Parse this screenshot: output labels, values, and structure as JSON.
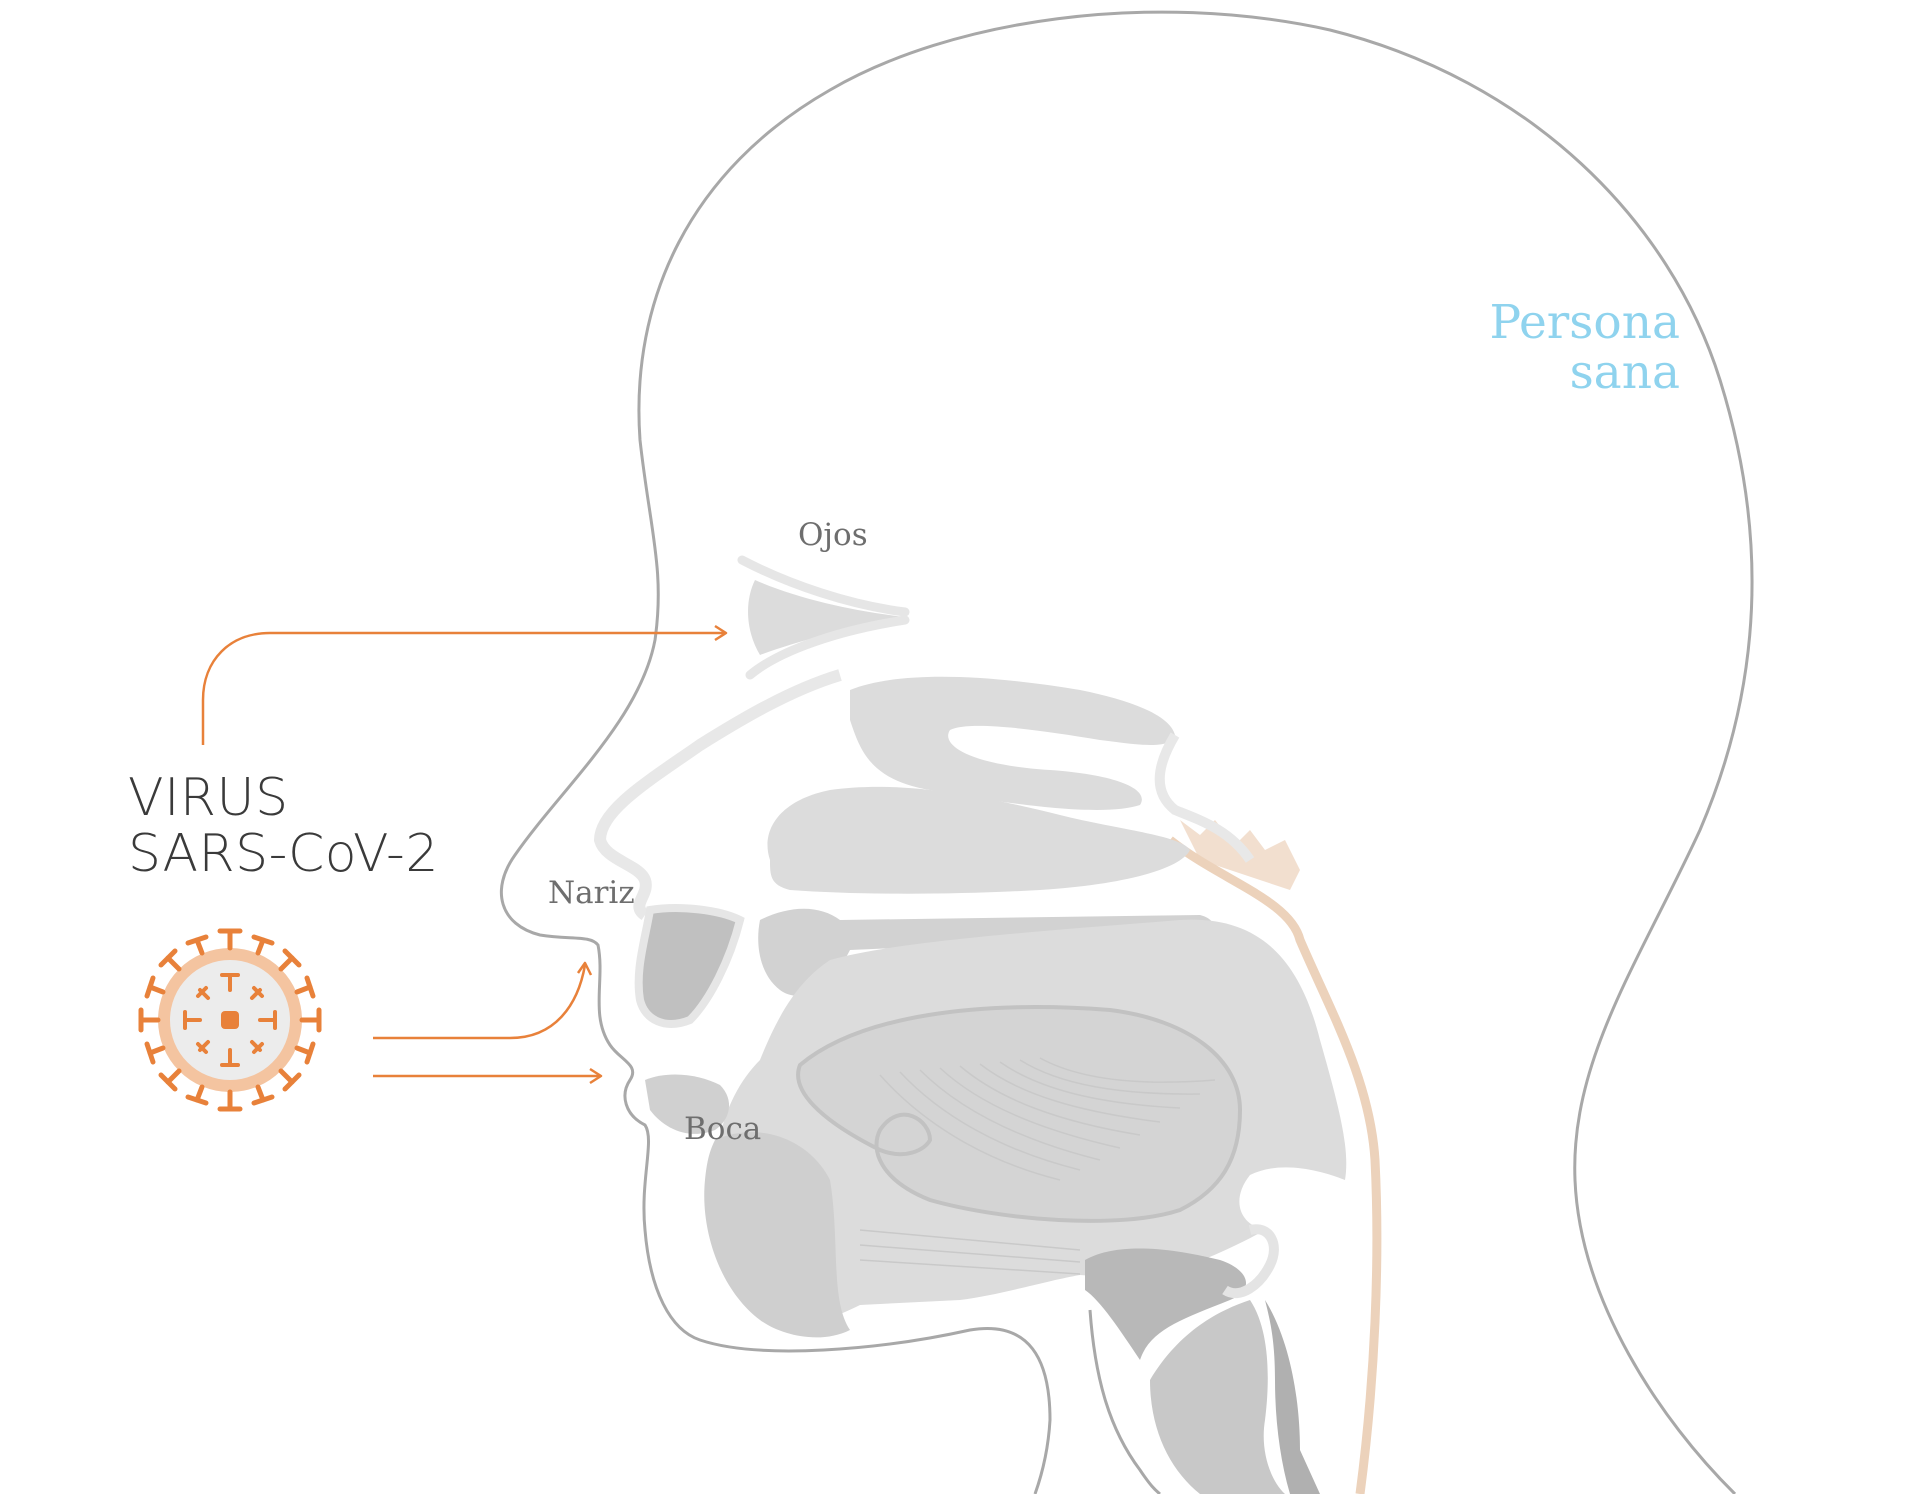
{
  "virus": {
    "title_line1": "VIRUS",
    "title_line2": "SARS-CoV-2",
    "icon": "coronavirus-icon"
  },
  "person": {
    "line1": "Persona",
    "line2": "sana"
  },
  "entry_points": {
    "eyes": "Ojos",
    "nose": "Nariz",
    "mouth": "Boca"
  },
  "colors": {
    "arrow": "#e8813a",
    "virus": "#e8813a",
    "virus_halo": "#f4c4a0",
    "person_label": "#8fd3ee",
    "outline": "#a8a8a8",
    "anatomy": "#dcdcdc",
    "anatomy_dark": "#bdbdbd"
  }
}
